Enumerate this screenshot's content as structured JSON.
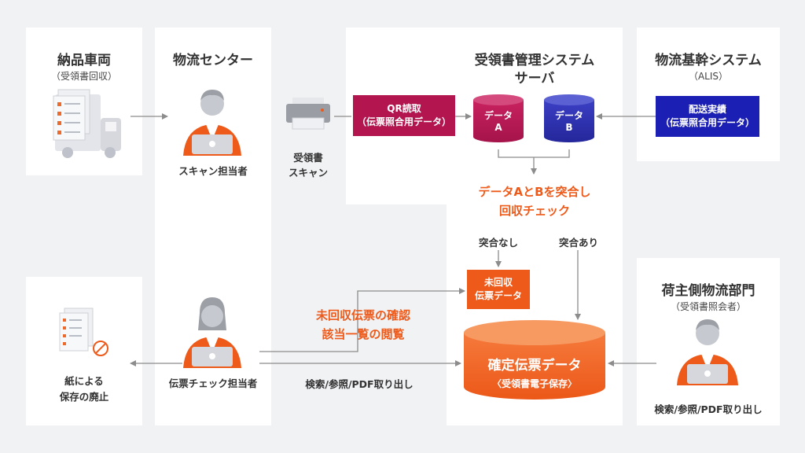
{
  "colors": {
    "orange": "#ee5a1a",
    "crimson": "#b3164f",
    "navy": "#2b2d9e",
    "blue": "#1b1fb3",
    "arrow": "#8c8c8c"
  },
  "vehicle": {
    "title": "納品車両",
    "sub": "（受領書回収）"
  },
  "center": {
    "title": "物流センター",
    "scanner": "スキャン担当者",
    "checker": "伝票チェック担当者"
  },
  "system": {
    "title_line1": "受領書管理システム",
    "title_line2": "サーバ"
  },
  "alis": {
    "title": "物流基幹システム",
    "sub": "（ALIS）",
    "box_line1": "配送実績",
    "box_line2": "（伝票照合用データ）"
  },
  "printer": {
    "line1": "受領書",
    "line2": "スキャン"
  },
  "qr": {
    "line1": "QR読取",
    "line2": "（伝票照合用データ）"
  },
  "db_a": {
    "line1": "データ",
    "line2": "A"
  },
  "db_b": {
    "line1": "データ",
    "line2": "B"
  },
  "match": {
    "line1": "データAとBを突合し",
    "line2": "回収チェック"
  },
  "no_match": "突合なし",
  "has_match": "突合あり",
  "unrecovered": {
    "line1": "未回収",
    "line2": "伝票データ"
  },
  "confirm": {
    "line1": "未回収伝票の確認",
    "line2": "該当一覧の閲覧"
  },
  "search_center": "検索/参照/PDF取り出し",
  "final_db": {
    "line1": "確定伝票データ",
    "line2": "〈受領書電子保存〉"
  },
  "shipper": {
    "title": "荷主側物流部門",
    "sub": "（受領書照会者）",
    "search": "検索/参照/PDF取り出し"
  },
  "paper": {
    "line1": "紙による",
    "line2": "保存の廃止"
  }
}
